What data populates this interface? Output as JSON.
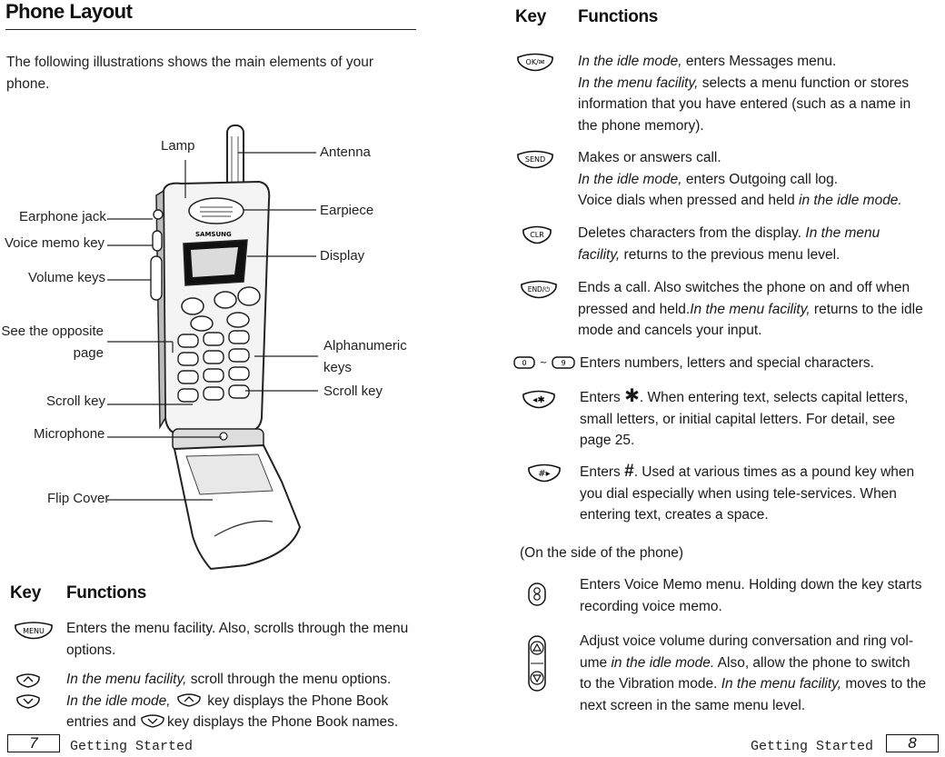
{
  "left": {
    "title": "Phone Layout",
    "intro": "The following illustrations shows the main elements of your phone.",
    "callouts": {
      "lamp": "Lamp",
      "antenna": "Antenna",
      "earphone_jack": "Earphone jack",
      "earpiece": "Earpiece",
      "voice_memo_key": "Voice memo key",
      "display": "Display",
      "volume_keys": "Volume keys",
      "see_opposite_1": "See the opposite",
      "see_opposite_2": "page",
      "alphanumeric_1": "Alphanumeric",
      "alphanumeric_2": "keys",
      "scroll_key_left": "Scroll key",
      "scroll_key_right": "Scroll key",
      "microphone": "Microphone",
      "flip_cover": "Flip Cover",
      "brand": "SAMSUNG"
    },
    "table_head": {
      "key": "Key",
      "functions": "Functions"
    },
    "rows": [
      {
        "icon_label": "MENU",
        "text": "Enters the menu facility. Also, scrolls through the menu options."
      },
      {
        "line1_italic": "In the menu facility,",
        "line1_rest": " scroll through the menu options.",
        "line2_italic": "In the idle mode,",
        "line2_rest": " key displays the Phone Book",
        "line3_a": "entries and ",
        "line3_b": "key displays the Phone Book names."
      }
    ],
    "footer": {
      "page": "7",
      "text": "Getting Started"
    }
  },
  "right": {
    "table_head": {
      "key": "Key",
      "functions": "Functions"
    },
    "rows": [
      {
        "icon_label": "OK/✉",
        "l1i": "In the idle mode,",
        "l1r": " enters Messages menu.",
        "l2i": "In the menu facility,",
        "l2r": " selects a menu function or stores",
        "l3": "information that you have entered (such as a name in",
        "l4": "the phone memory)."
      },
      {
        "icon_label": "SEND",
        "l1": "Makes or answers call.",
        "l2i": "In the idle mode,",
        "l2r": " enters Outgoing call log.",
        "l3a": "Voice dials when pressed and held ",
        "l3i": "in the idle mode."
      },
      {
        "icon_label": "CLR",
        "l1a": "Deletes characters from the display. ",
        "l1i": "In the menu",
        "l2i": "facility,",
        "l2r": " returns to the previous menu level."
      },
      {
        "icon_label": "END/⏻",
        "l1": "Ends a call. Also switches the phone on and off when",
        "l2a": "pressed and held.",
        "l2i": "In the menu facility,",
        "l2r": " returns to the idle",
        "l3": "mode and cancels your input."
      },
      {
        "icon_label_a": "0",
        "icon_sep": "~",
        "icon_label_b": "9",
        "l1": "Enters numbers, letters and special characters."
      },
      {
        "icon_label": "◂✱",
        "l1a": "Enters ",
        "l1sym": "✱",
        "l1b": ". When entering text, selects capital letters,",
        "l2": "small letters, or initial capital letters. For detail, see",
        "l3": "page 25."
      },
      {
        "icon_label": "#▸",
        "l1a": "Enters ",
        "l1sym": "#",
        "l1b": ". Used at various times as a pound key when",
        "l2": "you dial especially when using tele-services. When",
        "l3": "entering text, creates a space."
      }
    ],
    "side_note": "(On the side of the phone)",
    "side_rows": [
      {
        "l1": "Enters Voice Memo menu. Holding down the key starts",
        "l2": "recording voice memo."
      },
      {
        "l1": "Adjust voice volume during conversation and ring vol-",
        "l2a": "ume ",
        "l2i": "in the idle mode.",
        "l2r": " Also, allow the phone to switch",
        "l3a": "to the Vibration mode. ",
        "l3i": "In the menu facility,",
        "l3r": " moves to the",
        "l4": "next screen in the same menu level."
      }
    ],
    "footer": {
      "page": "8",
      "text": "Getting Started"
    }
  }
}
